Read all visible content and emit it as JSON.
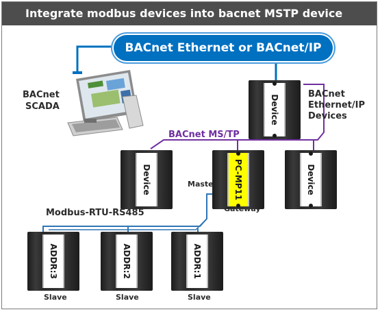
{
  "title": "Integrate modbus devices into bacnet MSTP device",
  "backbone_label": "BACnet Ethernet or BACnet/IP",
  "scada": {
    "line1": "BACnet",
    "line2": "SCADA"
  },
  "ip_devices": {
    "line1": "BACnet",
    "line2": "Ethernet/IP",
    "line3": "Devices"
  },
  "mstp_label": "BACnet MS/TP",
  "modbus_label": "Modbus-RTU-RS485",
  "master_label": "Master",
  "gateway_label": "Gateway",
  "devices": {
    "ip_device": "Device",
    "mstp_left": "Device",
    "gateway": "PC-MP11",
    "mstp_right": "Device",
    "slave3": "ADDR:3",
    "slave2": "ADDR:2",
    "slave1": "ADDR:1"
  },
  "slave_labels": [
    "Slave",
    "Slave",
    "Slave"
  ],
  "colors": {
    "title_bar": "#4d4d4d",
    "backbone": "#0070c0",
    "mstp_line": "#7030a0",
    "modbus_line": "#2e75b6",
    "gateway_strip": "#ffff00"
  }
}
